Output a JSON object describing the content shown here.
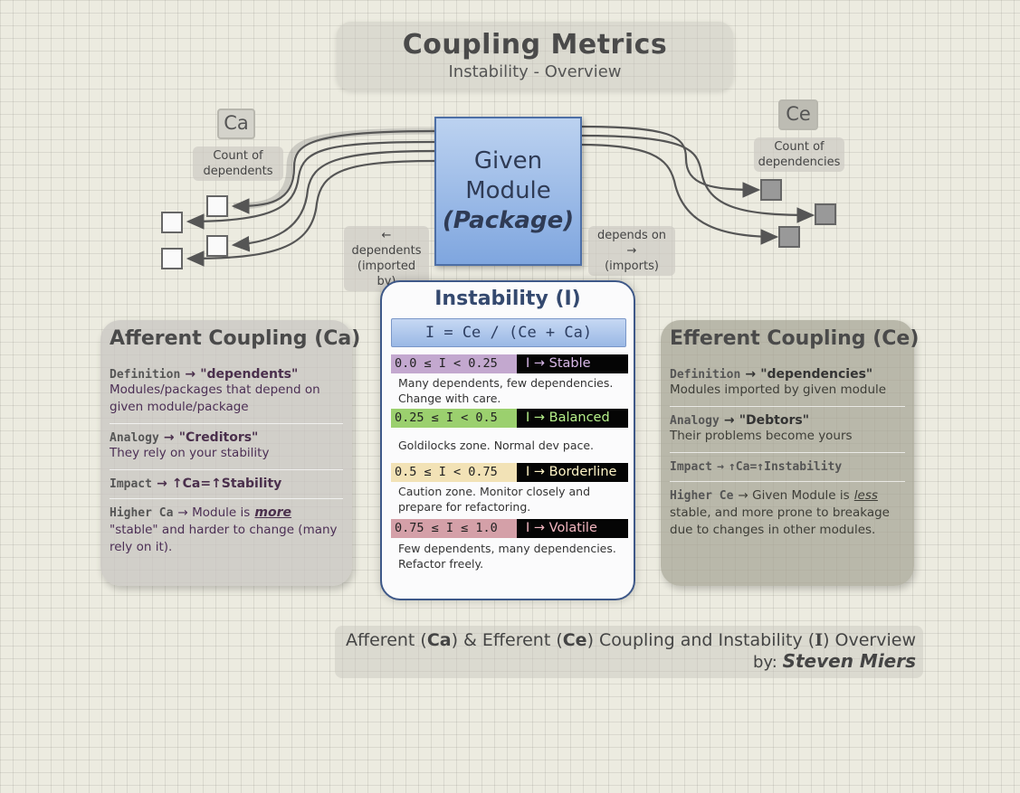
{
  "header": {
    "title": "Coupling Metrics",
    "subtitle": "Instability - Overview"
  },
  "tags": {
    "ca": "Ca",
    "ce": "Ce"
  },
  "captions": {
    "count_dependents": [
      "Count of",
      "dependents"
    ],
    "count_dependencies": [
      "Count of",
      "dependencies"
    ],
    "dependents_arrow": [
      "← dependents",
      "(imported by)"
    ],
    "depends_arrow": [
      "depends on →",
      "(imports)"
    ]
  },
  "module": {
    "line1": "Given",
    "line2": "Module",
    "line3": "(Package)"
  },
  "afferent": {
    "title": "Afferent Coupling (Ca)",
    "definition": {
      "key": "Definition",
      "arrow": "→",
      "value": "\"dependents\"",
      "desc": "Modules/packages that depend on given module/package"
    },
    "analogy": {
      "key": "Analogy",
      "arrow": "→",
      "value": "\"Creditors\"",
      "desc": "They rely on your stability"
    },
    "impact": {
      "key": "Impact",
      "arrow": "→",
      "value": "↑Ca=↑Stability"
    },
    "higher": {
      "key": "Higher Ca",
      "pre": "→ Module is",
      "em": "more",
      "desc": "\"stable\" and harder to change (many rely on it)."
    }
  },
  "efferent": {
    "title": "Efferent Coupling (Ce)",
    "definition": {
      "key": "Definition",
      "arrow": "→",
      "value": "\"dependencies\"",
      "desc": "Modules imported by given module"
    },
    "analogy": {
      "key": "Analogy",
      "arrow": "→",
      "value": "\"Debtors\"",
      "desc": "Their problems become yours"
    },
    "impact": {
      "key": "Impact",
      "arrow": "→",
      "value": "↑Ca=↑Instability"
    },
    "higher": {
      "key": "Higher Ce",
      "pre": "→ Given Module is",
      "em": "less",
      "desc": "stable, and more prone to breakage due to changes in other modules."
    }
  },
  "instability": {
    "title": "Instability (I)",
    "formula": "I = Ce / (Ce + Ca)",
    "ranges": [
      {
        "range": "0.0 ≤ I < 0.25",
        "label": "I → Stable",
        "desc": "Many dependents, few dependencies. Change with care.",
        "bg": "#c3a8cf",
        "fg": "#d8b8e8"
      },
      {
        "range": "0.25 ≤ I < 0.5",
        "label": "I → Balanced",
        "desc": "Goldilocks zone. Normal dev pace.",
        "bg": "#9bd06e",
        "fg": "#b6f08a"
      },
      {
        "range": "0.5 ≤ I < 0.75",
        "label": "I → Borderline",
        "desc": "Caution zone. Monitor closely and prepare for refactoring.",
        "bg": "#f2e2b6",
        "fg": "#fff4c6"
      },
      {
        "range": "0.75 ≤ I ≤ 1.0",
        "label": "I → Volatile",
        "desc": "Few dependents, many dependencies. Refactor freely.",
        "bg": "#d4a0a8",
        "fg": "#f3b6c0"
      }
    ]
  },
  "footer": {
    "parts": [
      "Afferent (",
      "Ca",
      ") & Efferent (",
      "Ce",
      ") Coupling and Instability (",
      "I",
      ") Overview"
    ],
    "by": "by:",
    "author": "Steven Miers"
  }
}
